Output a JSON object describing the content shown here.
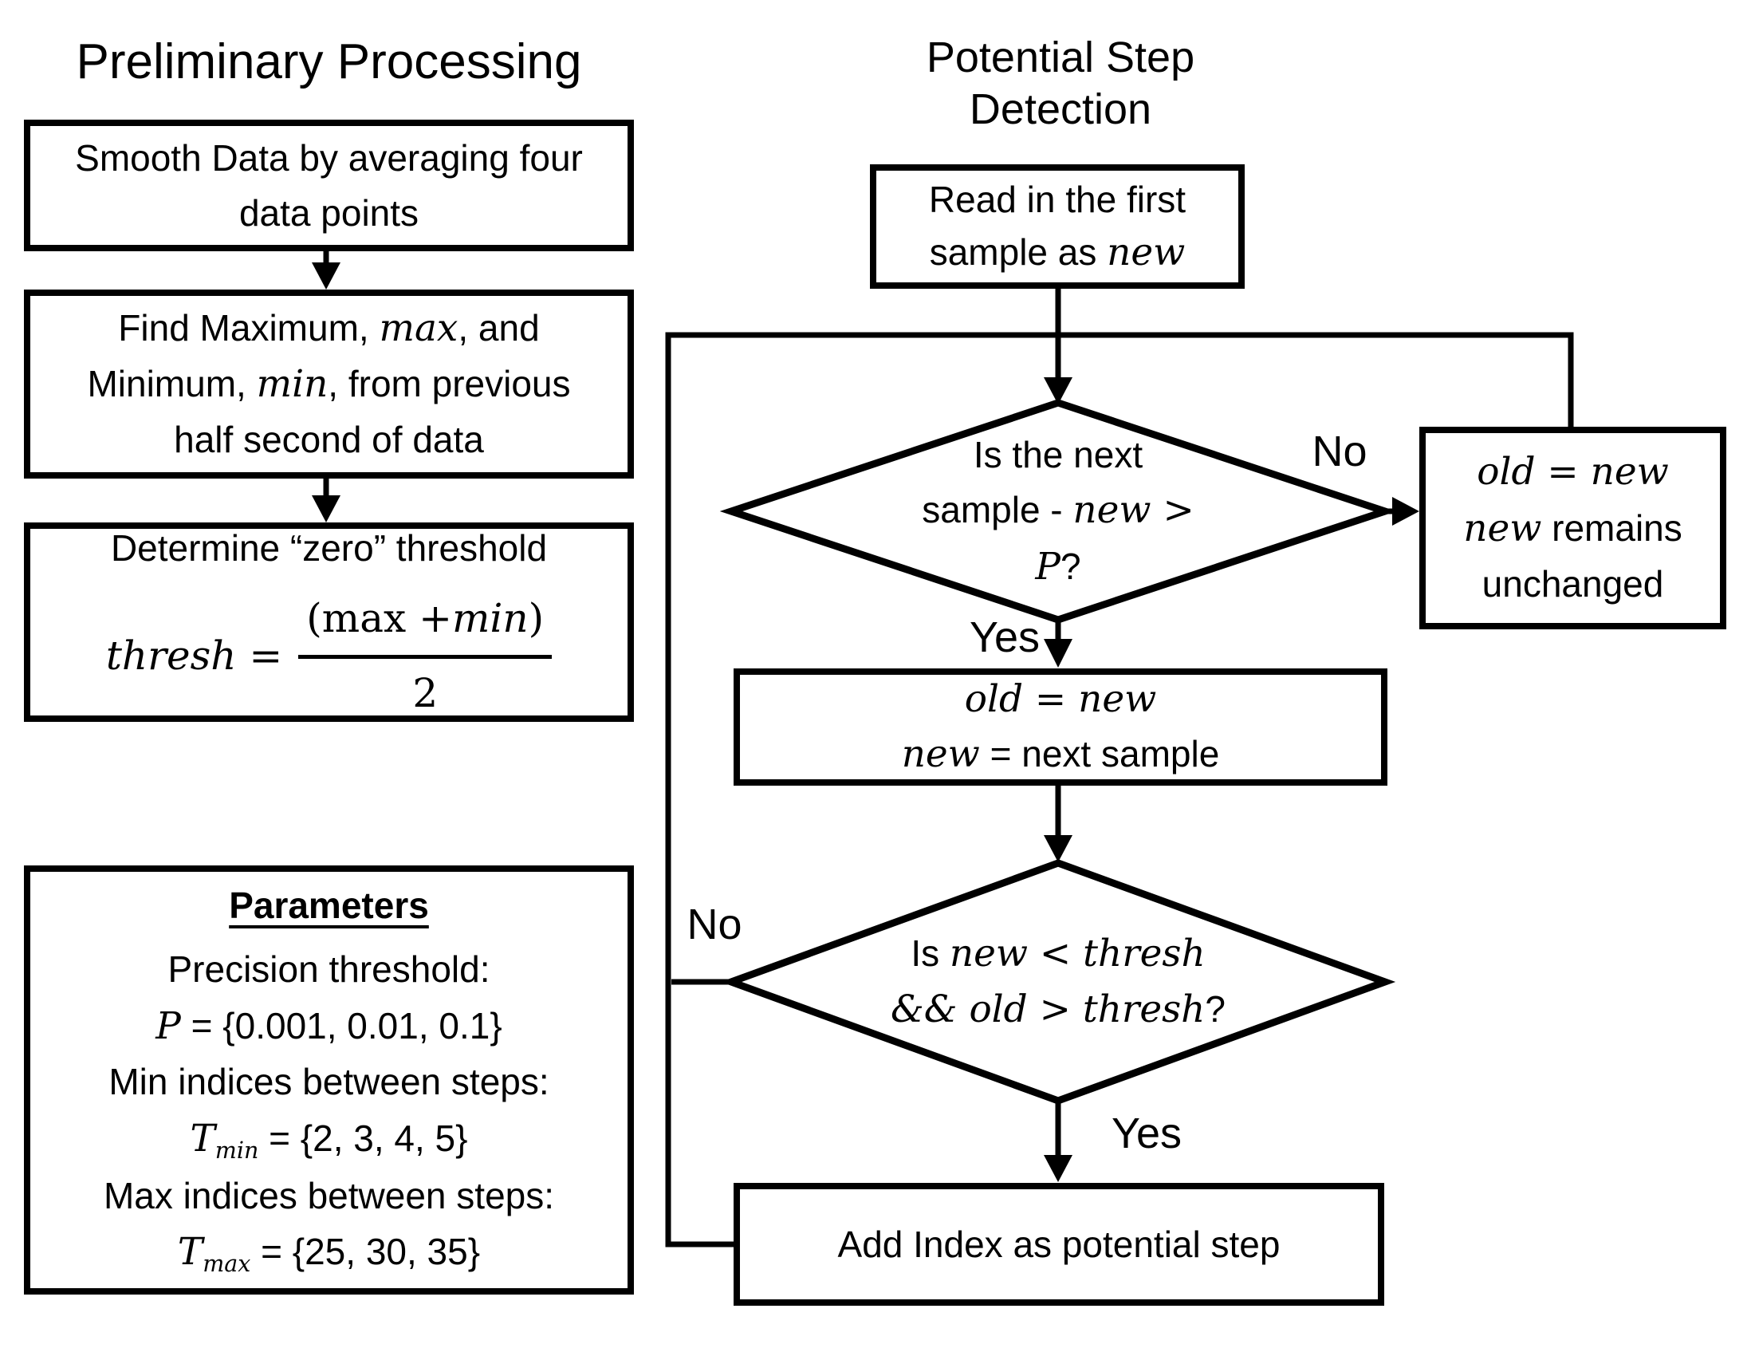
{
  "colors": {
    "ink": "#000000",
    "background": "#ffffff"
  },
  "left": {
    "title": "Preliminary Processing",
    "smooth": {
      "lines": [
        [
          {
            "t": "Smooth Data by averaging four"
          }
        ],
        [
          {
            "t": "data points"
          }
        ]
      ]
    },
    "minmax": {
      "lines": [
        [
          {
            "t": "Find Maximum, "
          },
          {
            "t": "max",
            "m": true
          },
          {
            "t": ", and"
          }
        ],
        [
          {
            "t": "Minimum, "
          },
          {
            "t": "min",
            "m": true
          },
          {
            "t": ", from previous"
          }
        ],
        [
          {
            "t": "half second of data"
          }
        ]
      ]
    },
    "thresh": {
      "line1": [
        {
          "t": "Determine “zero” threshold"
        }
      ],
      "lhs": [
        {
          "t": "thresh",
          "m": true
        },
        {
          "t": " ="
        }
      ],
      "numerator": [
        {
          "t": "(max +"
        },
        {
          "t": "min",
          "m": true
        },
        {
          "t": ")"
        }
      ],
      "denominator": "2"
    },
    "params": {
      "heading": "Parameters",
      "lines": [
        [
          {
            "t": "Precision threshold:"
          }
        ],
        [
          {
            "t": "P",
            "m": true
          },
          {
            "t": " = {0.001, 0.01, 0.1}"
          }
        ],
        [
          {
            "t": "Min indices between steps:"
          }
        ],
        [
          {
            "t": "T",
            "m": true
          },
          {
            "t": "min",
            "m": true,
            "sub": true
          },
          {
            "t": " = {2, 3, 4, 5}"
          }
        ],
        [
          {
            "t": "Max indices between steps:"
          }
        ],
        [
          {
            "t": "T",
            "m": true
          },
          {
            "t": "max",
            "m": true,
            "sub": true
          },
          {
            "t": " = {25, 30, 35}"
          }
        ]
      ]
    }
  },
  "right": {
    "title1": "Potential Step",
    "title2": "Detection",
    "read": {
      "lines": [
        [
          {
            "t": "Read in the first"
          }
        ],
        [
          {
            "t": "sample as "
          },
          {
            "t": "new",
            "m": true
          }
        ]
      ]
    },
    "diamond1": {
      "lines": [
        [
          {
            "t": "Is the next"
          }
        ],
        [
          {
            "t": "sample - "
          },
          {
            "t": "new",
            "m": true
          },
          {
            "t": " >",
            "m": true
          }
        ],
        [
          {
            "t": "P",
            "m": true
          },
          {
            "t": "?"
          }
        ]
      ]
    },
    "old_unchanged": {
      "lines": [
        [
          {
            "t": "old",
            "m": true
          },
          {
            "t": " = ",
            "m": true
          },
          {
            "t": "new",
            "m": true
          }
        ],
        [
          {
            "t": "new",
            "m": true
          },
          {
            "t": " remains"
          }
        ],
        [
          {
            "t": "unchanged"
          }
        ]
      ]
    },
    "old_next": {
      "lines": [
        [
          {
            "t": "old",
            "m": true
          },
          {
            "t": " = ",
            "m": true
          },
          {
            "t": "new",
            "m": true
          }
        ],
        [
          {
            "t": "new",
            "m": true
          },
          {
            "t": " = next sample"
          }
        ]
      ]
    },
    "diamond2": {
      "lines": [
        [
          {
            "t": "Is "
          },
          {
            "t": "new",
            "m": true
          },
          {
            "t": " < ",
            "m": true
          },
          {
            "t": "thresh",
            "m": true
          }
        ],
        [
          {
            "t": "&& ",
            "m": true
          },
          {
            "t": "old",
            "m": true
          },
          {
            "t": " > ",
            "m": true
          },
          {
            "t": "thresh",
            "m": true
          },
          {
            "t": "?"
          }
        ]
      ]
    },
    "add": {
      "lines": [
        [
          {
            "t": "Add Index as potential step"
          }
        ]
      ]
    },
    "labels": {
      "no1": "No",
      "yes1": "Yes",
      "no2": "No",
      "yes2": "Yes"
    }
  }
}
